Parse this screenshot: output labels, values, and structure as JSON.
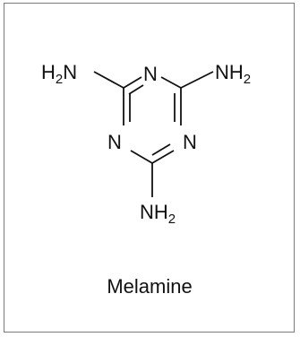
{
  "atoms": {
    "n_top": "N",
    "n_left": "N",
    "n_right": "N",
    "nh2_left_h": "H",
    "nh2_left_sub": "2",
    "nh2_left_n": "N",
    "nh2_right_n": "NH",
    "nh2_right_sub": "2",
    "nh2_bottom_n": "NH",
    "nh2_bottom_sub": "2"
  },
  "caption": "Melamine"
}
